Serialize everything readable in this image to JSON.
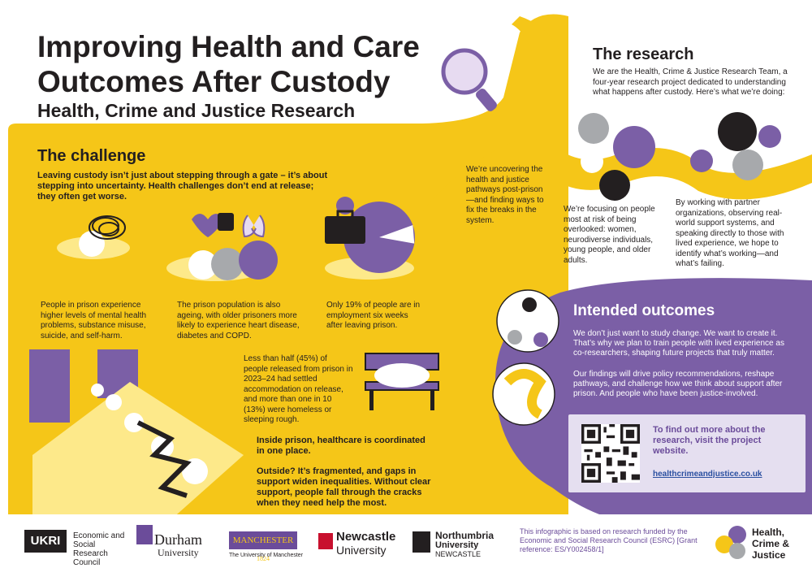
{
  "header": {
    "title": "Improving Health and Care Outcomes After Custody",
    "subtitle": "Health, Crime and Justice Research"
  },
  "challenge": {
    "heading": "The challenge",
    "intro": "Leaving custody isn’t just about stepping through a gate – it’s about stepping into uncertainty. Health challenges don’t end at release; they often get worse.",
    "fact1": "People in prison experience higher levels of mental health problems, substance misuse, suicide, and self-harm.",
    "fact2": "The prison population is also ageing, with older prisoners more likely to experience heart disease, diabetes and COPD.",
    "fact3": "Only 19% of people are in employment six weeks after leaving prison.",
    "fact4": "Less than half (45%) of people released from prison in 2023–24 had settled accommodation on release, and more than one in 10 (13%) were homeless or sleeping rough.",
    "inside": "Inside prison, healthcare is coordinated in one place.",
    "outside": "Outside? It’s fragmented, and gaps in support widen inequalities. Without clear support, people fall through the cracks when they need help the most.",
    "employment_percent": 19
  },
  "research": {
    "heading": "The research",
    "intro": "We are the Health, Crime & Justice Research Team, a four-year research project dedicated to understanding what happens after custody. Here’s what we’re doing:",
    "point1": "We’re uncovering the health and justice pathways post-prison—and finding ways to fix the breaks in the system.",
    "point2": "We’re focusing on people most at risk of being overlooked: women, neurodiverse individuals, young people, and older adults.",
    "point3": "By working with partner organizations, observing real-world support systems, and speaking directly to those with lived experience, we hope to identify what’s working—and what’s failing."
  },
  "outcomes": {
    "heading": "Intended outcomes",
    "para1": "We don’t just want to study change. We want to create it. That’s why we plan to train people with lived experience as co-researchers, shaping future projects that truly matter.",
    "para2": "Our findings will drive policy recommendations, reshape pathways, and challenge how we think about support after prison. And people who have been justice-involved.",
    "cta": "To find out more about the research, visit the project website.",
    "link": "healthcrimeandjustice.co.uk"
  },
  "footer": {
    "ukri": "UKRI",
    "esrc": "Economic and Social Research Council",
    "durham": "Durham",
    "durham_sub": "University",
    "manchester": "MANCHESTER",
    "manchester_year": "1824",
    "manchester_sub": "The University of Manchester",
    "newcastle": "Newcastle",
    "newcastle_sub": "University",
    "northumbria": "Northumbria",
    "northumbria_sub": "University",
    "northumbria_city": "NEWCASTLE",
    "funding": "This infographic is based on research funded by the Economic and Social Research Council (ESRC) [Grant reference: ES/Y002458/1]",
    "brand1": "Health,",
    "brand2": "Crime &",
    "brand3": "Justice"
  },
  "colors": {
    "yellow": "#f5c618",
    "purple": "#7b5fa6",
    "dark": "#231f20",
    "grey": "#a7a9ac"
  }
}
